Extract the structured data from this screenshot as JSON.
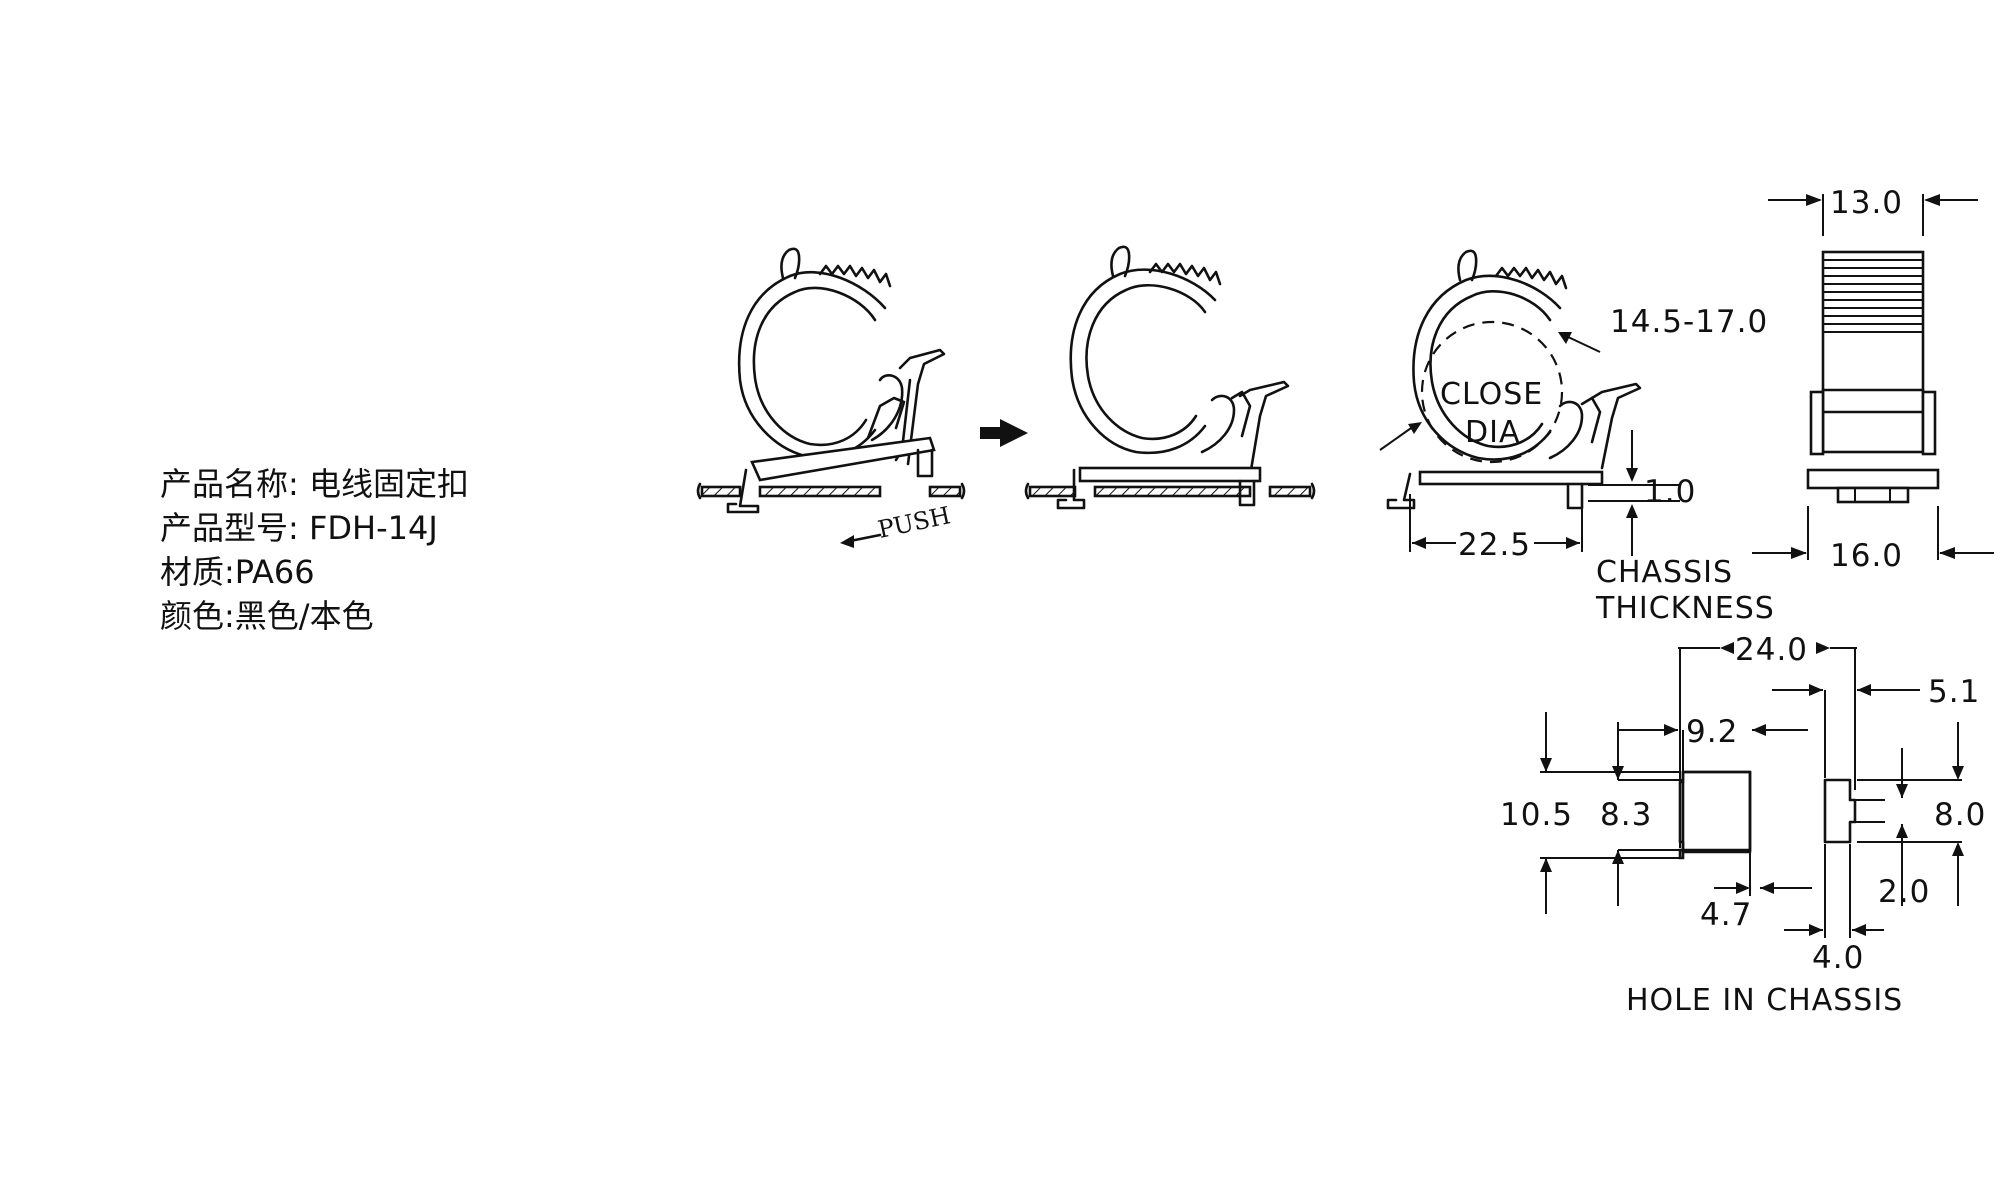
{
  "spec": {
    "product_name": "产品名称:  电线固定扣",
    "model": "产品型号: FDH-14J",
    "material": "材质:PA66",
    "color": "颜色:黑色/本色"
  },
  "drawing": {
    "push_label": "PUSH",
    "close_dia_line1": "CLOSE",
    "close_dia_line2": "DIA",
    "close_dia_range": "14.5-17.0",
    "chassis_thickness_value": "1.0",
    "chassis_label_line1": "CHASSIS",
    "chassis_label_line2": "THICKNESS",
    "base_length": "22.5",
    "top_width": "13.0",
    "base_width": "16.0",
    "hole": {
      "overall_length": "24.0",
      "slot_right": "5.1",
      "step_width": "9.2",
      "total_height": "10.5",
      "inner_height": "8.3",
      "right_height": "8.0",
      "neck_width": "2.0",
      "left_gap": "4.7",
      "right_gap": "4.0",
      "caption": "HOLE IN CHASSIS"
    }
  }
}
